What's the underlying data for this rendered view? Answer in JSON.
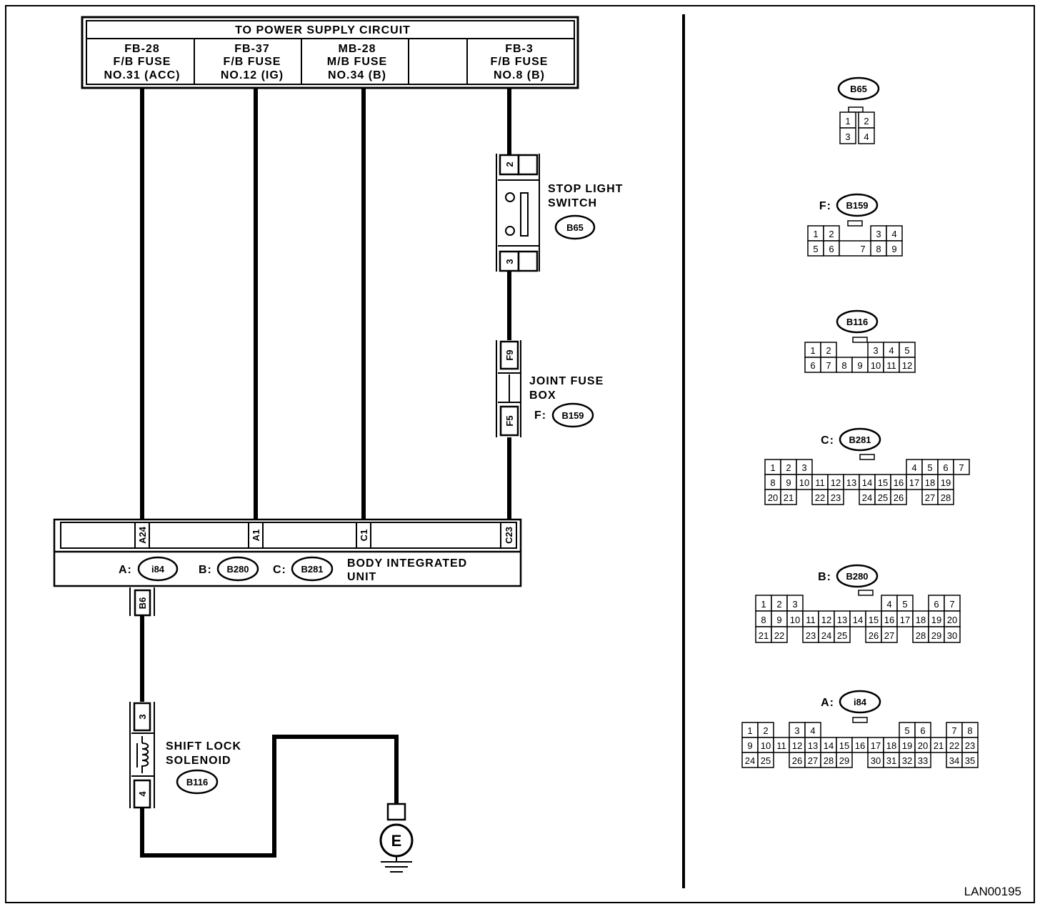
{
  "power_supply": {
    "title": "TO POWER SUPPLY CIRCUIT",
    "fuses": [
      {
        "line1": "FB-28",
        "line2": "F/B FUSE",
        "line3": "NO.31 (ACC)"
      },
      {
        "line1": "FB-37",
        "line2": "F/B FUSE",
        "line3": "NO.12 (IG)"
      },
      {
        "line1": "MB-28",
        "line2": "M/B FUSE",
        "line3": "NO.34 (B)"
      },
      {
        "line1": "",
        "line2": "",
        "line3": ""
      },
      {
        "line1": "FB-3",
        "line2": "F/B FUSE",
        "line3": "NO.8 (B)"
      }
    ]
  },
  "stop_light_switch": {
    "line1": "STOP LIGHT",
    "line2": "SWITCH",
    "connector": "B65",
    "pin_top": "2",
    "pin_bottom": "3"
  },
  "joint_fuse_box": {
    "line1": "JOINT FUSE",
    "line2": "BOX",
    "prefix": "F:",
    "connector": "B159",
    "pin_top": "F9",
    "pin_bottom": "F5"
  },
  "body_integrated_unit": {
    "line1": "BODY INTEGRATED",
    "line2": "UNIT",
    "connectors": [
      {
        "prefix": "A:",
        "name": "i84"
      },
      {
        "prefix": "B:",
        "name": "B280"
      },
      {
        "prefix": "C:",
        "name": "B281"
      }
    ],
    "pins": [
      "A24",
      "A1",
      "C1",
      "C23"
    ],
    "bottom_pin": "B6"
  },
  "shift_lock_solenoid": {
    "line1": "SHIFT LOCK",
    "line2": "SOLENOID",
    "connector": "B116",
    "pin_top": "3",
    "pin_bottom": "4"
  },
  "ground": {
    "label": "E"
  },
  "connector_views": [
    {
      "id": "B65",
      "prefix": "",
      "rows": [
        [
          "1",
          "2"
        ],
        [
          "3",
          "4"
        ]
      ]
    },
    {
      "id": "B159",
      "prefix": "F:",
      "rows": [
        [
          "1",
          "2",
          "",
          "3",
          "4"
        ],
        [
          "5",
          "6",
          "7",
          "8",
          "9"
        ]
      ]
    },
    {
      "id": "B116",
      "prefix": "",
      "rows": [
        [
          "1",
          "2",
          "",
          "3",
          "4",
          "5"
        ],
        [
          "6",
          "7",
          "8",
          "9",
          "10",
          "11",
          "12"
        ]
      ]
    },
    {
      "id": "B281",
      "prefix": "C:",
      "rows": [
        [
          "1",
          "2",
          "3",
          "4",
          "5",
          "6",
          "7"
        ],
        [
          "8",
          "9",
          "10",
          "11",
          "12",
          "13",
          "14",
          "15",
          "16",
          "17",
          "18",
          "19"
        ],
        [
          "20",
          "21",
          "22",
          "23",
          "24",
          "25",
          "26",
          "27",
          "28"
        ]
      ]
    },
    {
      "id": "B280",
      "prefix": "B:",
      "rows": [
        [
          "1",
          "2",
          "3",
          "4",
          "5",
          "6",
          "7"
        ],
        [
          "8",
          "9",
          "10",
          "11",
          "12",
          "13",
          "14",
          "15",
          "16",
          "17",
          "18",
          "19",
          "20"
        ],
        [
          "21",
          "22",
          "23",
          "24",
          "25",
          "26",
          "27",
          "28",
          "29",
          "30"
        ]
      ]
    },
    {
      "id": "i84",
      "prefix": "A:",
      "rows": [
        [
          "1",
          "2",
          "3",
          "4",
          "5",
          "6",
          "7",
          "8"
        ],
        [
          "9",
          "10",
          "11",
          "12",
          "13",
          "14",
          "15",
          "16",
          "17",
          "18",
          "19",
          "20",
          "21",
          "22",
          "23"
        ],
        [
          "24",
          "25",
          "26",
          "27",
          "28",
          "29",
          "30",
          "31",
          "32",
          "33",
          "34",
          "35"
        ]
      ]
    }
  ],
  "doc_id": "LAN00195"
}
